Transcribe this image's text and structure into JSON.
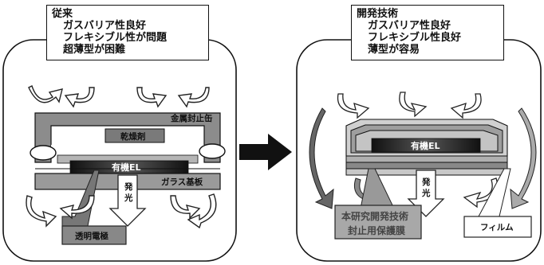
{
  "left": {
    "callout": {
      "heading": "従来",
      "lines": [
        "ガスバリア性良好",
        "フレキシブル性が問題",
        "超薄型が困難"
      ]
    },
    "labels": {
      "metal_can": "金属封止缶",
      "desiccant": "乾燥剤",
      "organic_el": "有機EL",
      "glass_substrate": "ガラス基板",
      "emission_1": "発",
      "emission_2": "光",
      "transparent_electrode": "透明電極"
    }
  },
  "right": {
    "callout": {
      "heading": "開発技術",
      "lines": [
        "ガスバリア性良好",
        "フレキシブル性良好",
        "薄型が容易"
      ]
    },
    "labels": {
      "organic_el": "有機EL",
      "emission_1": "発",
      "emission_2": "光",
      "protective_film_1": "本研究開発技術",
      "protective_film_2": "封止用保護膜",
      "film": "フィルム"
    }
  },
  "colors": {
    "metal_can": "#8c8c8c",
    "glass": "#9a9a9a",
    "el_dark": "#1a1a1a",
    "arrow_light": "#ffffff",
    "protective_box": "#a8a8a8"
  }
}
